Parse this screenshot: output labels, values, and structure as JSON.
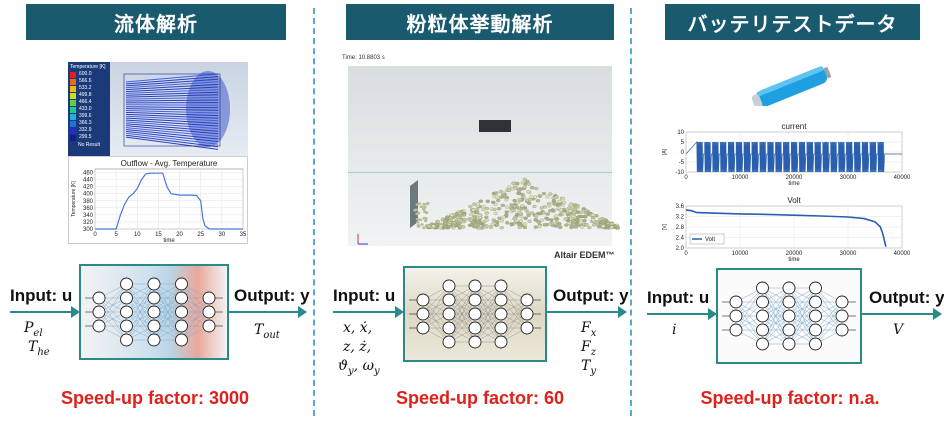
{
  "sections": [
    {
      "title": "流体解析",
      "input_label": "Input: u",
      "output_label": "Output: y",
      "inputs": [
        "P_el",
        "T_he"
      ],
      "outputs": [
        "T_out"
      ],
      "speedup": "Speed-up factor: 3000"
    },
    {
      "title": "粉粒体挙動解析",
      "input_label": "Input: u",
      "output_label": "Output: y",
      "inputs": [
        "x, ẋ,",
        "z, ż,",
        "ϑ_y, ω_y"
      ],
      "outputs": [
        "F_x",
        "F_z",
        "T_y"
      ],
      "speedup": "Speed-up factor: 60"
    },
    {
      "title": "バッテリテストデータ",
      "input_label": "Input: u",
      "output_label": "Output: y",
      "inputs": [
        "i"
      ],
      "outputs": [
        "V"
      ],
      "speedup": "Speed-up factor: n.a."
    }
  ],
  "cfd": {
    "legend_title": "Temperature [K]",
    "legend_values": [
      "600.0",
      "566.6",
      "533.2",
      "499.8",
      "466.4",
      "433.0",
      "399.6",
      "366.3",
      "332.9",
      "299.5"
    ],
    "legend_noresult": "No Result",
    "legend_colors": [
      "#e02020",
      "#f06a10",
      "#f4b810",
      "#c8e020",
      "#60d040",
      "#20c890",
      "#20b0e0",
      "#2070e0",
      "#2030c0",
      "#1a1a90"
    ]
  },
  "dem": {
    "time_label": "Time: 10.8803 s",
    "brand": "Altair EDEM™"
  },
  "chart_data": [
    {
      "type": "line",
      "title": "Outflow - Avg. Temperature",
      "xlabel": "time",
      "ylabel": "Temperature [K]",
      "xlim": [
        0,
        35
      ],
      "ylim": [
        300,
        470
      ],
      "xticks": [
        "0",
        "5",
        "10",
        "15",
        "20",
        "25",
        "30",
        "35"
      ],
      "yticks": [
        "300",
        "320",
        "340",
        "360",
        "380",
        "400",
        "420",
        "440",
        "460"
      ],
      "grid": true,
      "series": [
        {
          "x": [
            0,
            5,
            6,
            7,
            8,
            9,
            10,
            11,
            12,
            13,
            14,
            15,
            16,
            17,
            18,
            20,
            21,
            22,
            23,
            24,
            25,
            25.5,
            26,
            27,
            30,
            35
          ],
          "y": [
            300,
            300,
            340,
            370,
            390,
            400,
            415,
            440,
            456,
            458,
            458,
            458,
            458,
            420,
            400,
            396,
            396,
            396,
            396,
            395,
            380,
            330,
            310,
            300,
            300,
            300
          ],
          "color": "#4a78d8"
        }
      ]
    },
    {
      "type": "line",
      "title": "current",
      "xlabel": "time",
      "ylabel": "[A]",
      "xlim": [
        0,
        40000
      ],
      "ylim": [
        -10,
        10
      ],
      "xticks": [
        "0",
        "10000",
        "20000",
        "30000",
        "40000"
      ],
      "yticks": [
        "-10",
        "-5",
        "0",
        "5",
        "10"
      ],
      "grid": true,
      "series": [
        {
          "pulses": 24,
          "start": 2000,
          "end": 37000,
          "low": -10,
          "high": 5,
          "base": -1,
          "color": "#2a5fb0"
        }
      ]
    },
    {
      "type": "line",
      "title": "Volt",
      "xlabel": "time",
      "ylabel": "[V]",
      "xlim": [
        0,
        40000
      ],
      "ylim": [
        2.0,
        3.6
      ],
      "xticks": [
        "0",
        "10000",
        "20000",
        "30000",
        "40000"
      ],
      "yticks": [
        "2.0",
        "2.4",
        "2.8",
        "3.2",
        "3.6"
      ],
      "grid": true,
      "legend": "Volt",
      "legend_position": "bottom-left",
      "series": [
        {
          "name": "Volt",
          "x": [
            0,
            1000,
            2000,
            5000,
            10000,
            15000,
            20000,
            25000,
            30000,
            33000,
            35000,
            36000,
            36500,
            37000
          ],
          "y": [
            3.45,
            3.42,
            3.35,
            3.33,
            3.3,
            3.28,
            3.25,
            3.22,
            3.18,
            3.12,
            3.0,
            2.8,
            2.5,
            2.05
          ],
          "color": "#2a5fb0"
        }
      ]
    }
  ]
}
